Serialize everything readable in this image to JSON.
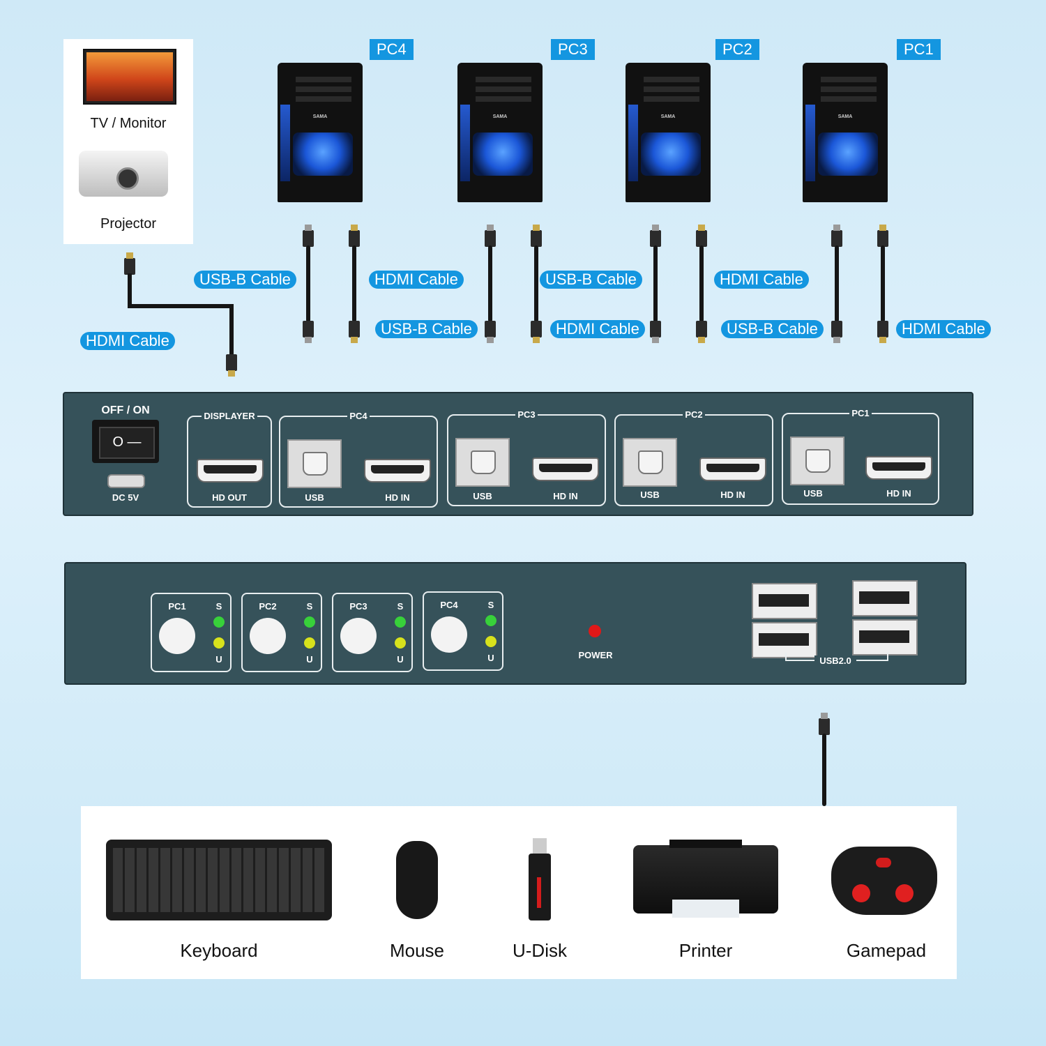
{
  "display_devices": {
    "tv_label": "TV / Monitor",
    "projector_label": "Projector"
  },
  "pcs": [
    {
      "tag": "PC4",
      "brand": "SAMA"
    },
    {
      "tag": "PC3",
      "brand": "SAMA"
    },
    {
      "tag": "PC2",
      "brand": "SAMA"
    },
    {
      "tag": "PC1",
      "brand": "SAMA"
    }
  ],
  "callouts": {
    "display_hdmi": "HDMI Cable",
    "pc4_usb": "USB-B Cable",
    "pc4_hdmi": "HDMI Cable",
    "pc3_usb": "USB-B Cable",
    "pc3_hdmi": "HDMI Cable",
    "pc3_usb_top": "USB-B Cable",
    "pc2_hdmi_top": "HDMI Cable",
    "pc2_usb": "USB-B Cable",
    "pc1_hdmi": "HDMI Cable"
  },
  "rear_panel": {
    "power_switch": "OFF / ON",
    "dc": "DC 5V",
    "displayer": {
      "title": "DISPLAYER",
      "port": "HD OUT"
    },
    "groups": [
      {
        "title": "PC4",
        "usb": "USB",
        "hdmi": "HD IN"
      },
      {
        "title": "PC3",
        "usb": "USB",
        "hdmi": "HD IN"
      },
      {
        "title": "PC2",
        "usb": "USB",
        "hdmi": "HD IN"
      },
      {
        "title": "PC1",
        "usb": "USB",
        "hdmi": "HD IN"
      }
    ]
  },
  "front_panel": {
    "buttons": [
      {
        "label": "PC1",
        "s": "S",
        "u": "U"
      },
      {
        "label": "PC2",
        "s": "S",
        "u": "U"
      },
      {
        "label": "PC3",
        "s": "S",
        "u": "U"
      },
      {
        "label": "PC4",
        "s": "S",
        "u": "U"
      }
    ],
    "power": "POWER",
    "usb_ports": "USB2.0"
  },
  "peripherals": [
    {
      "label": "Keyboard"
    },
    {
      "label": "Mouse"
    },
    {
      "label": "U-Disk"
    },
    {
      "label": "Printer"
    },
    {
      "label": "Gamepad"
    }
  ],
  "colors": {
    "accent": "#1496e0",
    "panel": "#36525a",
    "led_green": "#38d13a",
    "led_yellow": "#d8e21c",
    "led_red": "#e01818"
  }
}
